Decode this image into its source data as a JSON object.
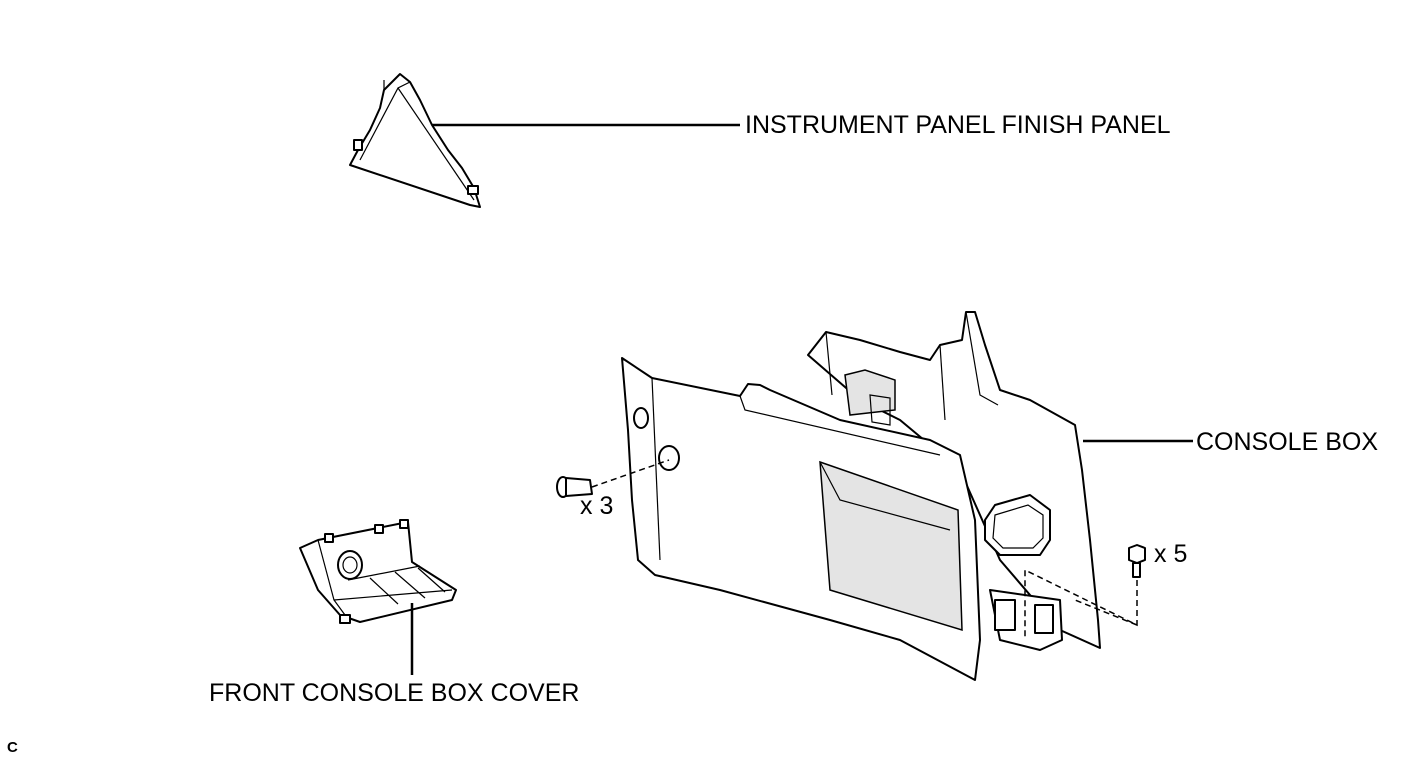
{
  "figure_code": "C",
  "labels": {
    "instrument_panel_finish_panel": "INSTRUMENT PANEL FINISH PANEL",
    "console_box": "CONSOLE BOX",
    "front_console_box_cover": "FRONT CONSOLE BOX COVER"
  },
  "quantities": {
    "clip": "x 3",
    "bolt": "x 5"
  }
}
